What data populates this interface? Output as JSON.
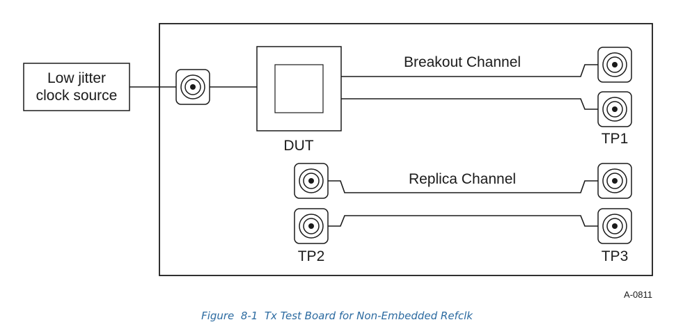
{
  "diagram": {
    "clock_source_label": [
      "Low jitter",
      "clock source"
    ],
    "dut_label": "DUT",
    "breakout_channel_label": "Breakout Channel",
    "replica_channel_label": "Replica Channel",
    "tp1_label": "TP1",
    "tp2_label": "TP2",
    "tp3_label": "TP3",
    "ref_id": "A-0811"
  },
  "caption": "Figure  8-1  Tx Test Board for Non-Embedded Refclk",
  "colors": {
    "line": "#1a1a1a",
    "caption": "#2b6aa0"
  },
  "icons": [
    "coax-connector-icon"
  ]
}
